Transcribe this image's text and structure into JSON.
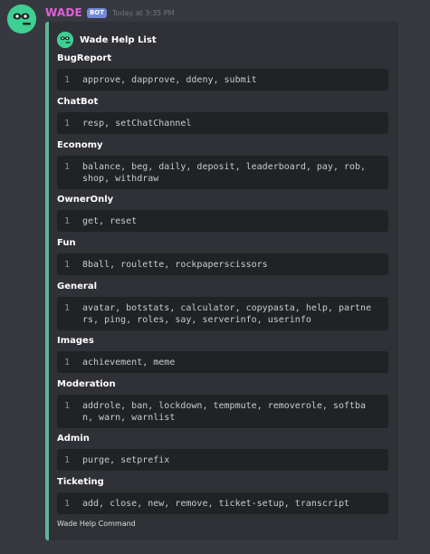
{
  "message": {
    "username": "WADE",
    "bot_tag": "BOT",
    "timestamp": "Today at 3:35 PM",
    "avatar_icon": "wade-face-icon"
  },
  "embed": {
    "accent_color": "#5fb79a",
    "author_name": "Wade Help List",
    "footer": "Wade Help Command",
    "fields": [
      {
        "name": "BugReport",
        "line": "1",
        "value": "approve, dapprove, ddeny, submit"
      },
      {
        "name": "ChatBot",
        "line": "1",
        "value": "resp, setChatChannel"
      },
      {
        "name": "Economy",
        "line": "1",
        "value": "balance, beg, daily, deposit, leaderboard, pay, rob, shop, withdraw"
      },
      {
        "name": "OwnerOnly",
        "line": "1",
        "value": "get, reset"
      },
      {
        "name": "Fun",
        "line": "1",
        "value": "8ball, roulette, rockpaperscissors"
      },
      {
        "name": "General",
        "line": "1",
        "value": "avatar, botstats, calculator, copypasta, help, partners, ping, roles, say, serverinfo, userinfo"
      },
      {
        "name": "Images",
        "line": "1",
        "value": "achievement, meme"
      },
      {
        "name": "Moderation",
        "line": "1",
        "value": "addrole, ban, lockdown, tempmute, removerole, softban, warn, warnlist"
      },
      {
        "name": "Admin",
        "line": "1",
        "value": "purge, setprefix"
      },
      {
        "name": "Ticketing",
        "line": "1",
        "value": "add, close, new, remove, ticket-setup, transcript"
      }
    ]
  }
}
